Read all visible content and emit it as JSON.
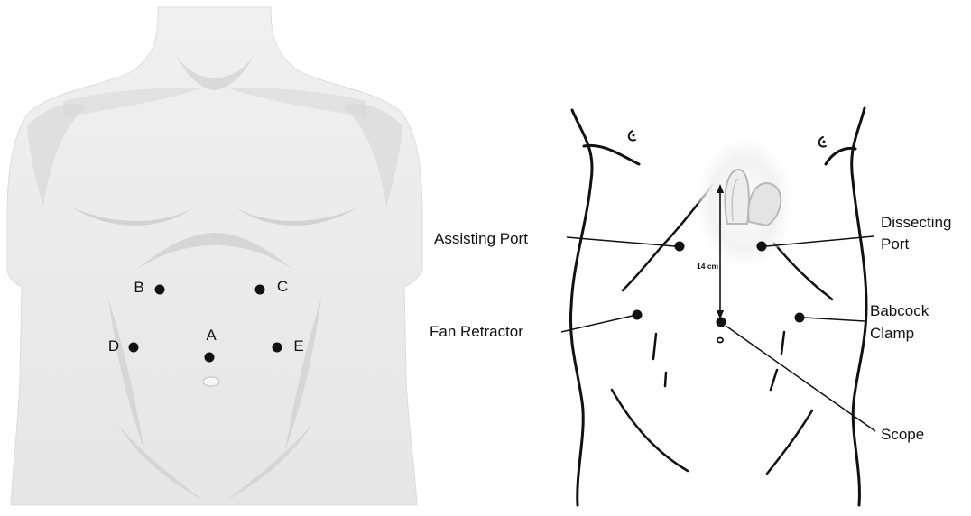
{
  "left_panel": {
    "port_labels": {
      "A": "A",
      "B": "B",
      "C": "C",
      "D": "D",
      "E": "E"
    }
  },
  "right_panel": {
    "labels": {
      "assisting_port": "Assisting Port",
      "dissecting_port_line1": "Dissecting",
      "dissecting_port_line2": "Port",
      "fan_retractor": "Fan Retractor",
      "babcock_clamp_line1": "Babcock",
      "babcock_clamp_line2": "Clamp",
      "scope": "Scope"
    },
    "measurement": "14 cm"
  },
  "colors": {
    "skin": "#ececec",
    "skin_shadow": "#d7d7d7",
    "outline": "#111111",
    "port_dot": "#111111"
  }
}
